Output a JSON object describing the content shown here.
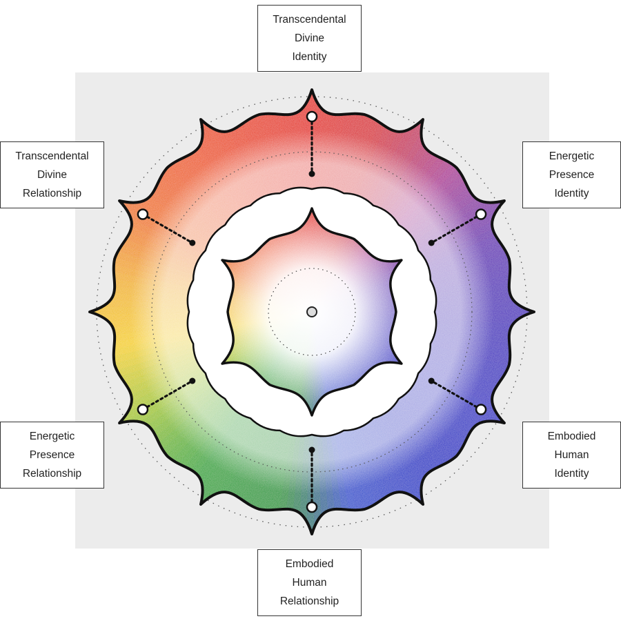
{
  "labels": {
    "top": [
      "Transcendental",
      "Divine",
      "Identity"
    ],
    "upper_left": [
      "Transcendental",
      "Divine",
      "Relationship"
    ],
    "upper_right": [
      "Energetic",
      "Presence",
      "Identity"
    ],
    "lower_left": [
      "Energetic",
      "Presence",
      "Relationship"
    ],
    "lower_right": [
      "Embodied",
      "Human",
      "Identity"
    ],
    "bottom": [
      "Embodied",
      "Human",
      "Relationship"
    ]
  },
  "colors": {
    "red": "#e8301e",
    "orange": "#f07a1c",
    "yellow": "#f5d20e",
    "green": "#1f9a3a",
    "blue": "#2233c8",
    "violet": "#6a2fb8",
    "outline": "#111111",
    "paper": "#eeeeee"
  },
  "icons": {
    "node": "hollow-circle-icon",
    "joint": "filled-dot-icon"
  }
}
